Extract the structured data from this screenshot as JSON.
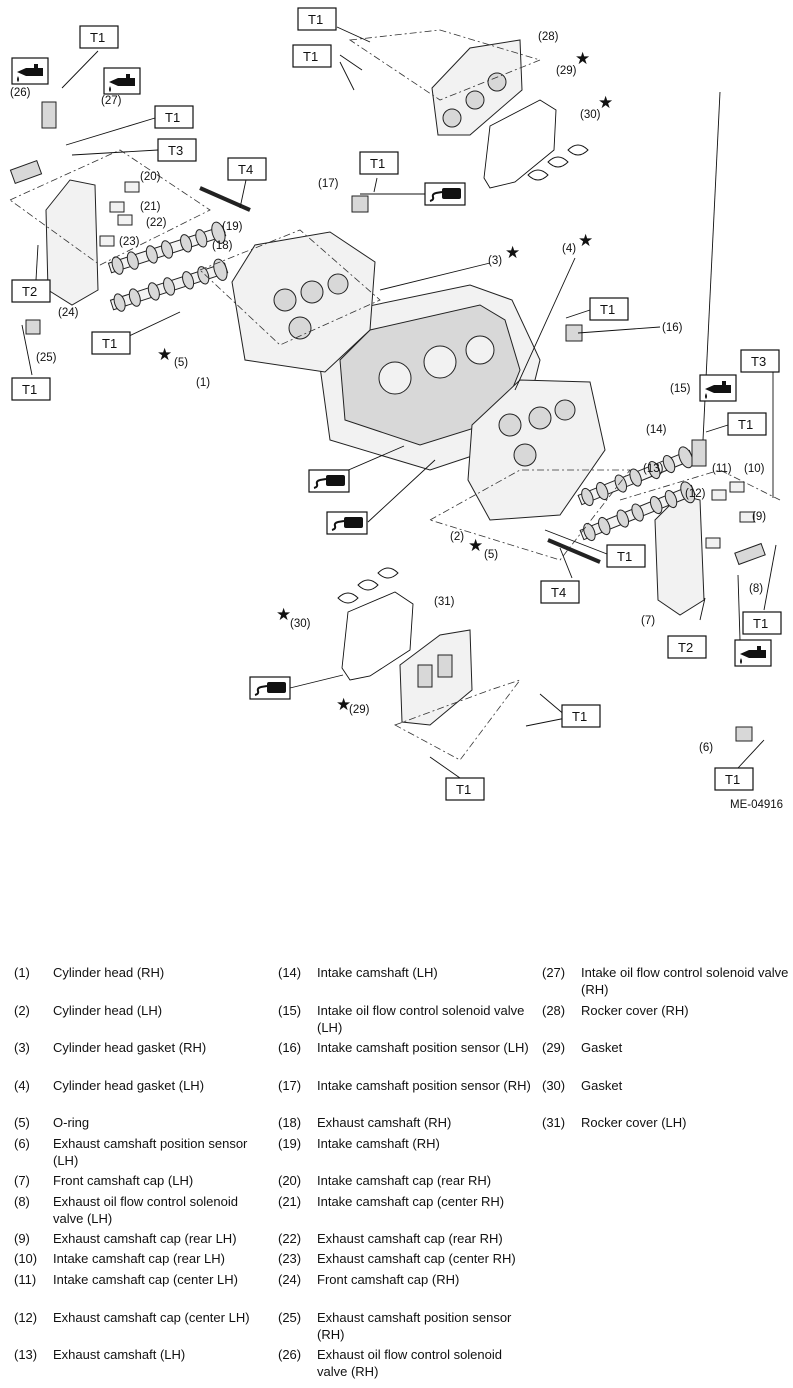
{
  "figure": {
    "id": "ME-04916",
    "torque_labels": {
      "t1": "T1",
      "t2": "T2",
      "t3": "T3",
      "t4": "T4"
    },
    "callouts": {
      "c1": "(1)",
      "c2": "(2)",
      "c3": "(3)",
      "c4": "(4)",
      "c5a": "(5)",
      "c5b": "(5)",
      "c6": "(6)",
      "c7": "(7)",
      "c8": "(8)",
      "c9": "(9)",
      "c10": "(10)",
      "c11": "(11)",
      "c12": "(12)",
      "c13": "(13)",
      "c14": "(14)",
      "c15": "(15)",
      "c16": "(16)",
      "c17": "(17)",
      "c18": "(18)",
      "c19": "(19)",
      "c20": "(20)",
      "c21": "(21)",
      "c22": "(22)",
      "c23": "(23)",
      "c24": "(24)",
      "c25": "(25)",
      "c26": "(26)",
      "c27": "(27)",
      "c28": "(28)",
      "c29a": "(29)",
      "c29b": "(29)",
      "c30a": "(30)",
      "c30b": "(30)",
      "c31": "(31)"
    },
    "star_glyph": "★",
    "icons": [
      "oil-can-icon",
      "sealant-tube-icon",
      "replace-star-icon"
    ]
  },
  "legend": {
    "col1": [
      {
        "num": "(1)",
        "text": "Cylinder head (RH)"
      },
      {
        "num": "(2)",
        "text": "Cylinder head (LH)"
      },
      {
        "num": "(3)",
        "text": "Cylinder head gasket (RH)"
      },
      {
        "num": "(4)",
        "text": "Cylinder head gasket (LH)"
      },
      {
        "num": "(5)",
        "text": "O-ring"
      },
      {
        "num": "(6)",
        "text": "Exhaust camshaft position sensor (LH)"
      },
      {
        "num": "(7)",
        "text": "Front camshaft cap (LH)"
      },
      {
        "num": "(8)",
        "text": "Exhaust oil flow control solenoid valve (LH)"
      },
      {
        "num": "(9)",
        "text": "Exhaust camshaft cap (rear LH)"
      },
      {
        "num": "(10)",
        "text": "Intake camshaft cap (rear LH)"
      },
      {
        "num": "(11)",
        "text": "Intake camshaft cap (center LH)"
      },
      {
        "num": "(12)",
        "text": "Exhaust camshaft cap (center LH)"
      },
      {
        "num": "(13)",
        "text": "Exhaust camshaft (LH)"
      }
    ],
    "col2": [
      {
        "num": "(14)",
        "text": "Intake camshaft (LH)"
      },
      {
        "num": "(15)",
        "text": "Intake oil flow control solenoid valve (LH)"
      },
      {
        "num": "(16)",
        "text": "Intake camshaft position sensor (LH)"
      },
      {
        "num": "(17)",
        "text": "Intake camshaft position sensor (RH)"
      },
      {
        "num": "(18)",
        "text": "Exhaust camshaft (RH)"
      },
      {
        "num": "(19)",
        "text": "Intake camshaft (RH)"
      },
      {
        "num": "(20)",
        "text": "Intake camshaft cap (rear RH)"
      },
      {
        "num": "(21)",
        "text": "Intake camshaft cap (center RH)"
      },
      {
        "num": "(22)",
        "text": "Exhaust camshaft cap (rear RH)"
      },
      {
        "num": "(23)",
        "text": "Exhaust camshaft cap (center RH)"
      },
      {
        "num": "(24)",
        "text": "Front camshaft cap (RH)"
      },
      {
        "num": "(25)",
        "text": "Exhaust camshaft position sensor (RH)"
      },
      {
        "num": "(26)",
        "text": "Exhaust oil flow control solenoid valve (RH)"
      }
    ],
    "col3": [
      {
        "num": "(27)",
        "text": "Intake oil flow control solenoid valve (RH)"
      },
      {
        "num": "(28)",
        "text": "Rocker cover (RH)"
      },
      {
        "num": "(29)",
        "text": "Gasket"
      },
      {
        "num": "(30)",
        "text": "Gasket"
      },
      {
        "num": "(31)",
        "text": "Rocker cover (LH)"
      }
    ]
  }
}
